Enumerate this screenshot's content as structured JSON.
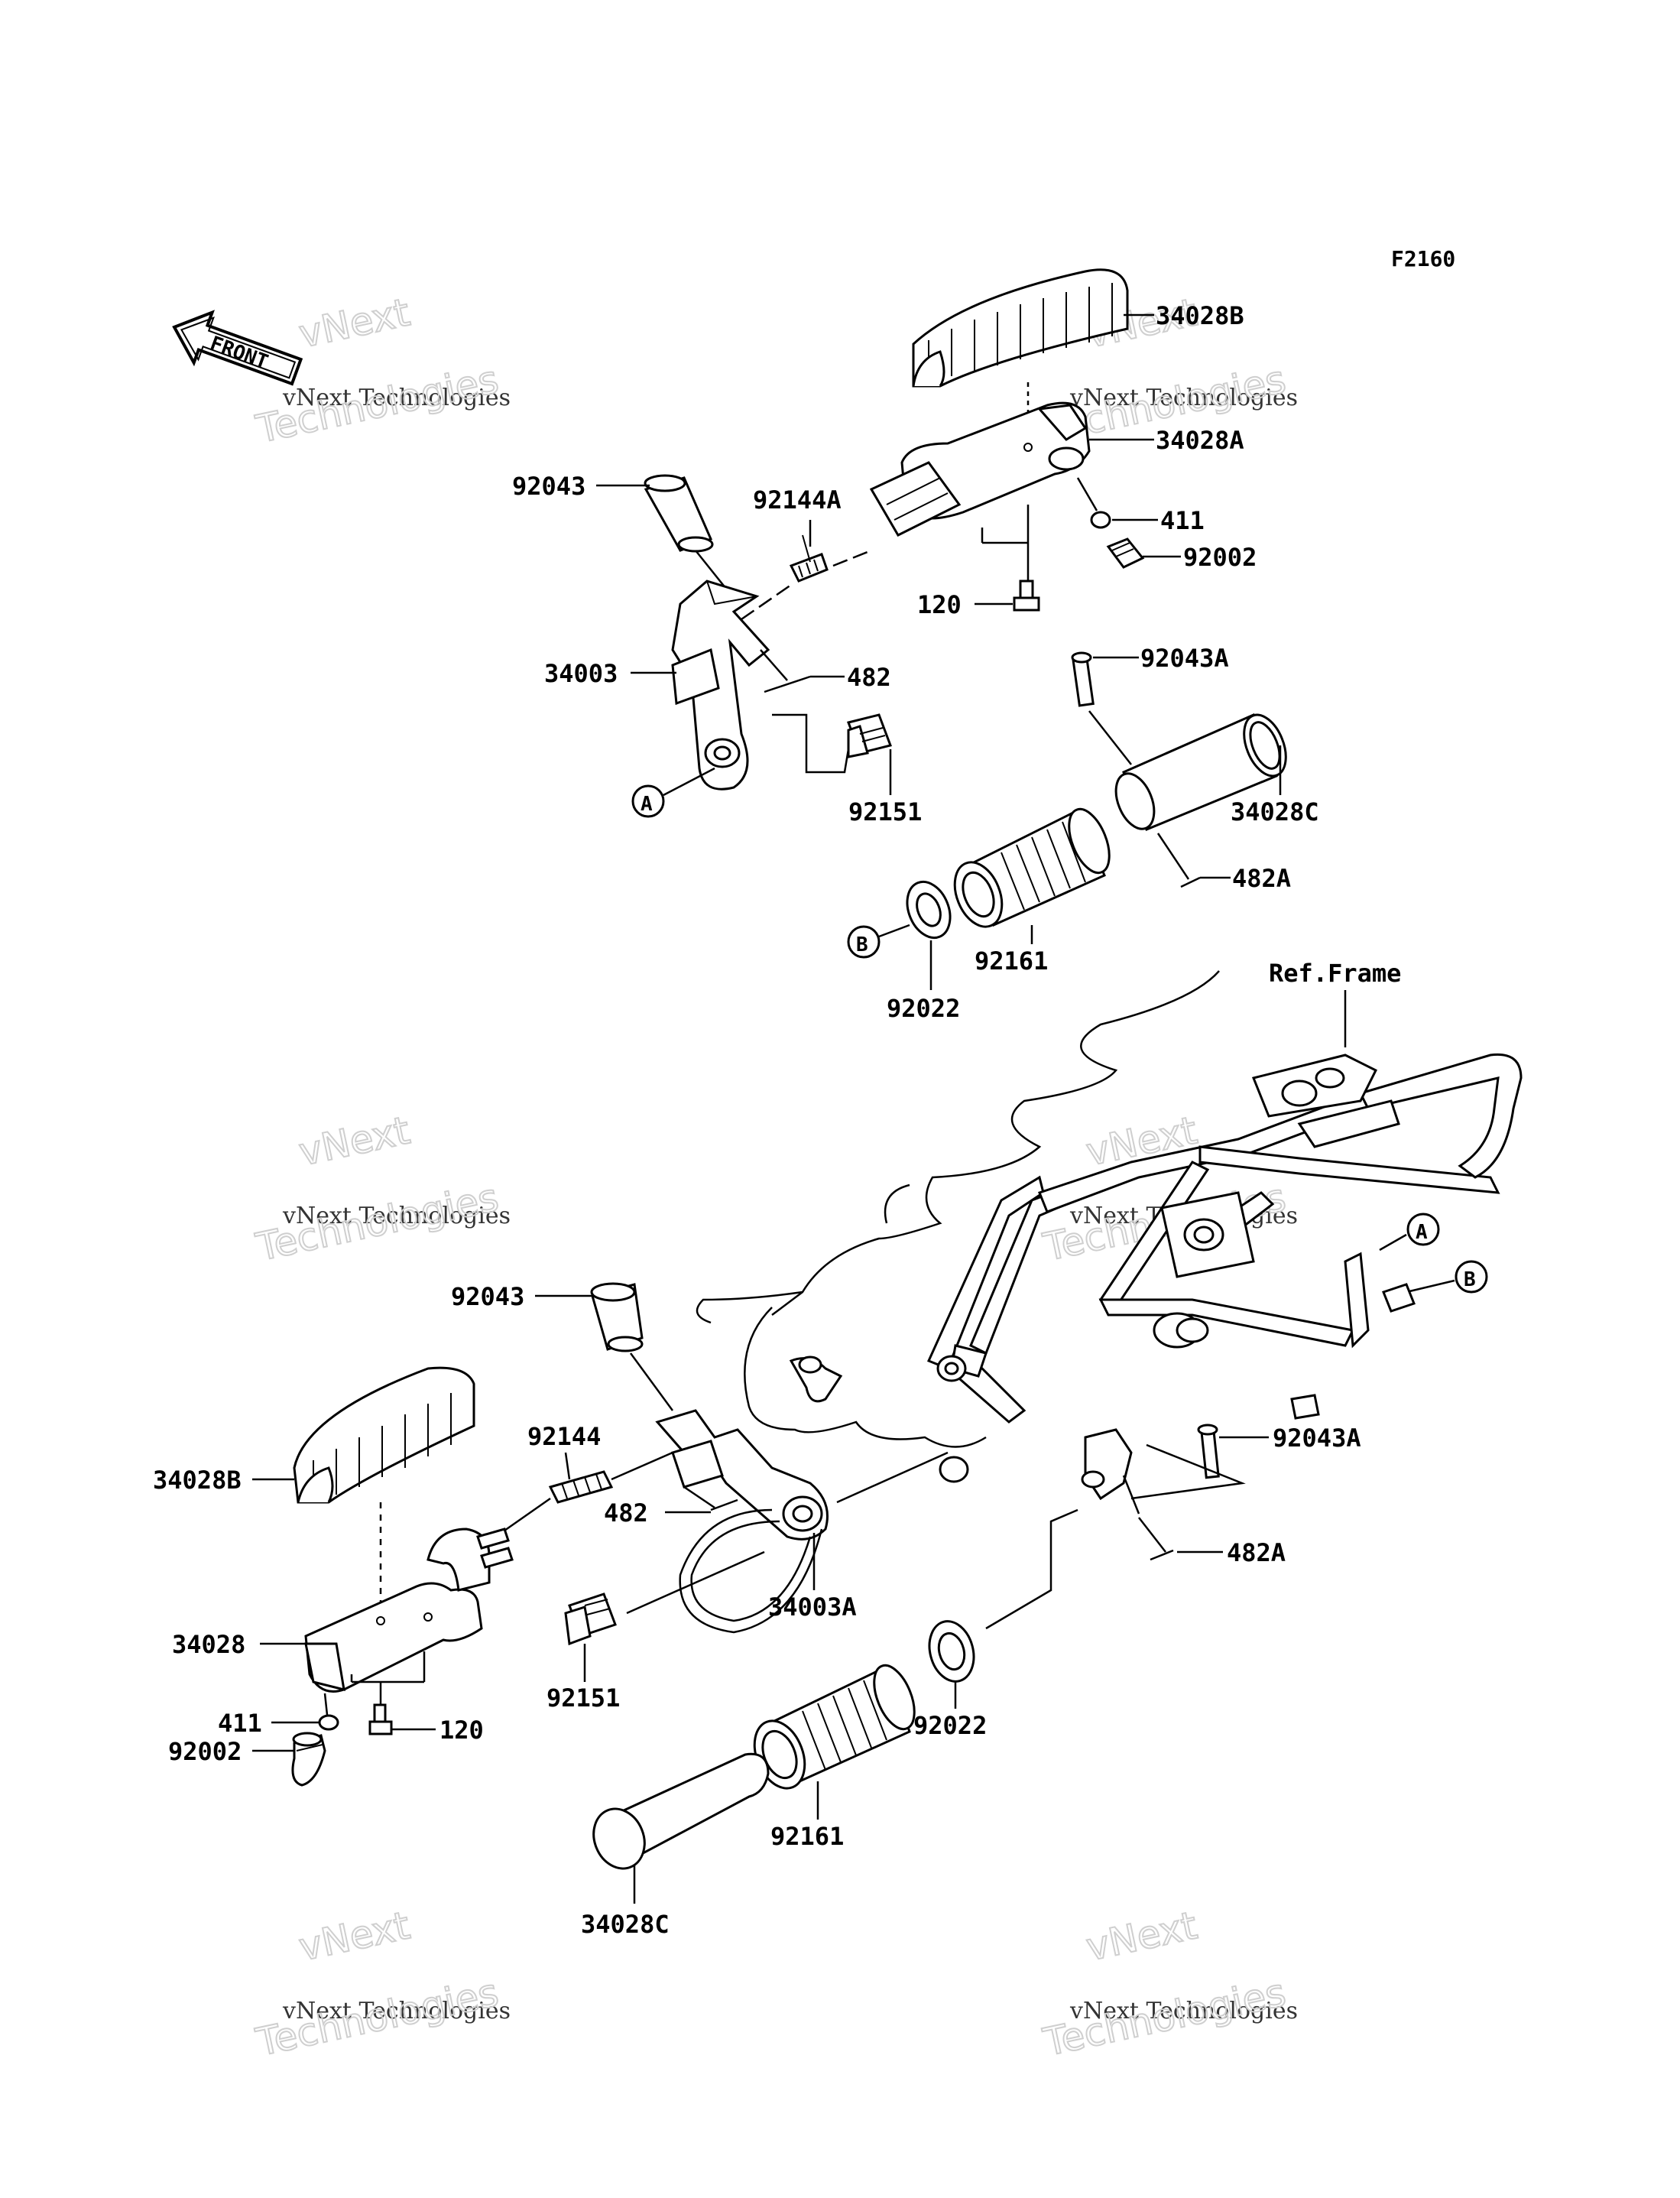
{
  "figure_code": "F2160",
  "front_arrow_label": "FRONT",
  "ref_frame_label": "Ref.Frame",
  "watermark": {
    "line1": "vNext",
    "line2": "vNext Technologies",
    "line3": "Technologies"
  },
  "callouts": {
    "A": "A",
    "B": "B"
  },
  "top_labels": {
    "p34028B": "34028B",
    "p34028A": "34028A",
    "p411": "411",
    "p92002": "92002",
    "p120": "120",
    "p92043": "92043",
    "p92144A": "92144A",
    "p34003": "34003",
    "p482": "482",
    "p92151": "92151",
    "p92043A": "92043A",
    "p34028C": "34028C",
    "p482A": "482A",
    "p92161": "92161",
    "p92022": "92022"
  },
  "bottom_labels": {
    "p92043": "92043",
    "p34028B": "34028B",
    "p92144": "92144",
    "p482": "482",
    "p34003A": "34003A",
    "p34028": "34028",
    "p92151": "92151",
    "p411": "411",
    "p120": "120",
    "p92002": "92002",
    "p92022": "92022",
    "p92161": "92161",
    "p34028C": "34028C",
    "p92043A": "92043A",
    "p482A": "482A"
  }
}
